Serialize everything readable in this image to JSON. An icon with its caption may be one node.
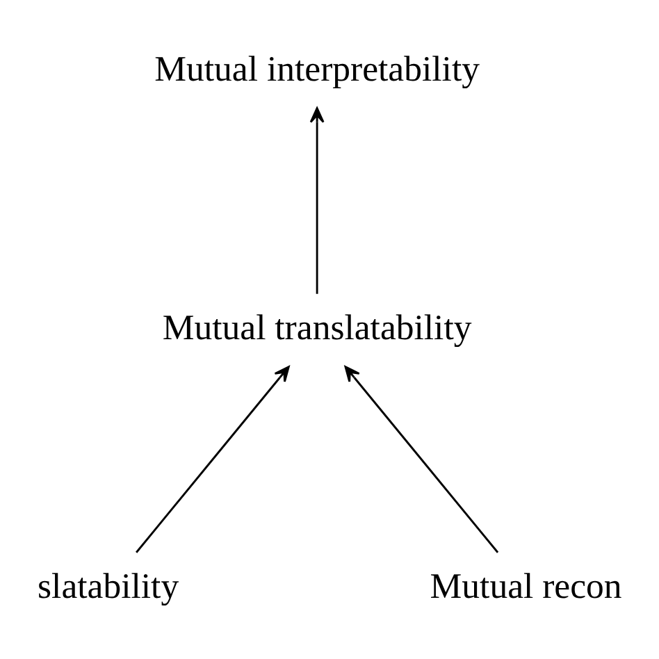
{
  "diagram": {
    "nodes": [
      {
        "text": [
          "Mutual interpretability"
        ]
      },
      {
        "text": [
          "Mutual translatability"
        ]
      },
      {
        "text": [
          "slatability"
        ]
      },
      {
        "text": [
          "Mutual recon"
        ]
      }
    ],
    "edges": [
      {
        "from": 1,
        "to": 0,
        "arrow": "to"
      },
      {
        "from": 2,
        "to": 1,
        "arrow": "to"
      },
      {
        "from": 3,
        "to": 1,
        "arrow": "to"
      }
    ]
  }
}
